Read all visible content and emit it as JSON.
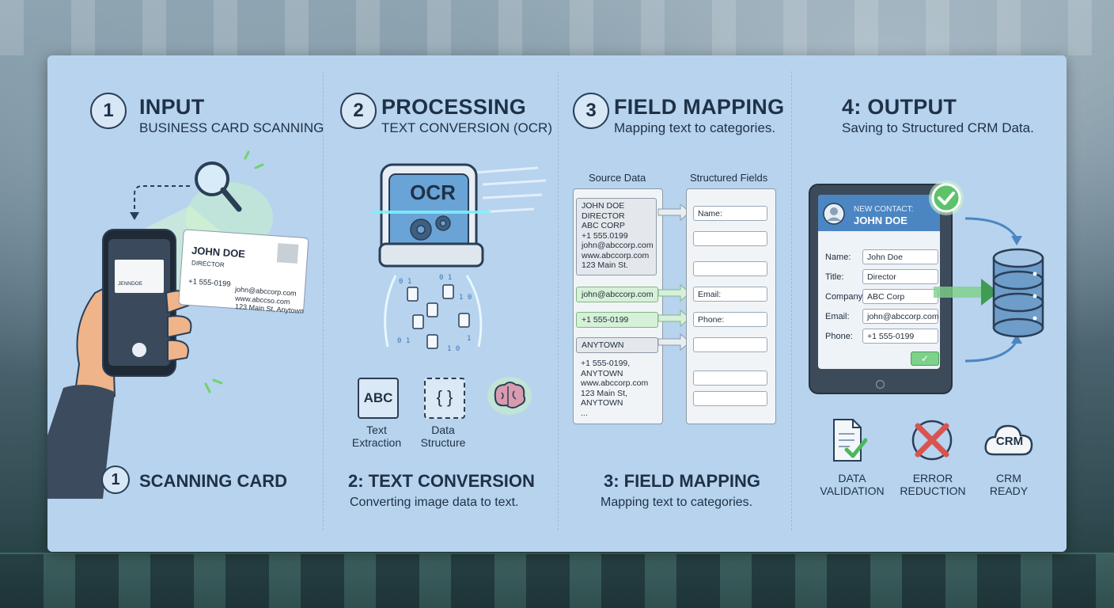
{
  "steps": [
    {
      "number": "1",
      "title": "INPUT",
      "subtitle": "BUSINESS CARD SCANNING"
    },
    {
      "number": "2",
      "title": "PROCESSING",
      "subtitle": "TEXT CONVERSION (OCR)"
    },
    {
      "number": "3",
      "title": "FIELD MAPPING",
      "subtitle": "Mapping text to categories."
    },
    {
      "title": "4: OUTPUT",
      "subtitle": "Saving to Structured CRM Data."
    }
  ],
  "input": {
    "phone_card": "JENNDOE",
    "card": {
      "name": "JOHN DOE",
      "role": "DIRECTOR",
      "phone": "+1 555-0199",
      "email": "john@abccorp.com",
      "web": "www.abccso.com",
      "address": "123 Main St, Anytown"
    },
    "bottom_number": "1",
    "bottom_title": "SCANNING CARD"
  },
  "processing": {
    "ocr_label": "OCR",
    "icons": [
      {
        "glyph": "ABC",
        "label": "Text\nExtraction"
      },
      {
        "glyph": "{ }",
        "label": "Data\nStructure"
      }
    ],
    "bottom_title": "2: TEXT CONVERSION",
    "bottom_sub": "Converting image data to text."
  },
  "mapping": {
    "source_head": "Source Data",
    "fields_head": "Structured Fields",
    "source_block": "JOHN DOE\nDIRECTOR\nABC CORP\n+1 555.0199\njohn@abccorp.com\nwww.abccorp.com\n123 Main St.",
    "source_email": "john@abccorp.com",
    "source_phone": "+1 555-0199",
    "source_town": "ANYTOWN",
    "source_tail": "+1 555-0199,\nANYTOWN\nwww.abccorp.com\n123 Main St,\nANYTOWN\n...",
    "field_name": "Name:",
    "field_email": "Email:",
    "field_phone": "Phone:",
    "bottom_title": "3: FIELD MAPPING",
    "bottom_sub": "Mapping text to categories."
  },
  "output": {
    "new_contact_label": "NEW CONTACT:",
    "contact_name": "JOHN DOE",
    "fields": [
      {
        "label": "Name:",
        "value": "John Doe"
      },
      {
        "label": "Title:",
        "value": "Director"
      },
      {
        "label": "Company:",
        "value": "ABC Corp"
      },
      {
        "label": "Email:",
        "value": "john@abccorp.com"
      },
      {
        "label": "Phone:",
        "value": "+1 555-0199"
      }
    ],
    "badges": [
      {
        "label": "DATA\nVALIDATION"
      },
      {
        "label": "ERROR\nREDUCTION"
      },
      {
        "glyph": "CRM",
        "label": "CRM\nREADY"
      }
    ]
  },
  "colors": {
    "panel": "#b7d3ee",
    "ink": "#1f3146",
    "accent_green": "#5cc36a",
    "accent_red": "#d9534f"
  }
}
